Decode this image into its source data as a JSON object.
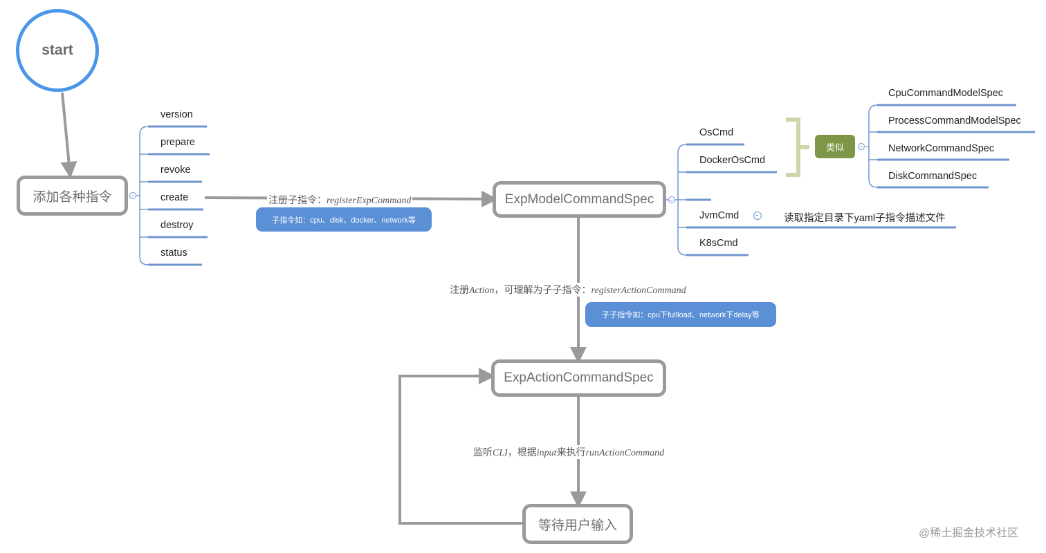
{
  "nodes": {
    "start": "start",
    "add_commands": "添加各种指令",
    "exp_model": "ExpModelCommandSpec",
    "exp_action": "ExpActionCommandSpec",
    "wait_input": "等待用户输入"
  },
  "commands": [
    "version",
    "prepare",
    "revoke",
    "create",
    "destroy",
    "status"
  ],
  "model_children": [
    "OsCmd",
    "DockerOsCmd",
    "",
    "JvmCmd",
    "K8sCmd"
  ],
  "similar_tag": "类似",
  "spec_children": [
    "CpuCommandModelSpec",
    "ProcessCommandModelSpec",
    "NetworkCommandSpec",
    "DiskCommandSpec"
  ],
  "jvm_note": "读取指定目录下yaml子指令描述文件",
  "edges": {
    "register_sub": {
      "prefix": "注册子指令：",
      "italic": "registerExpCommand"
    },
    "register_action": {
      "p1": "注册",
      "i1": "Action",
      "p2": "，可理解为子子指令：",
      "i2": "registerActionCommand"
    },
    "listen_cli": {
      "p1": "监听",
      "i1": "CLI",
      "p2": "，根据",
      "i2": "input",
      "p3": "来执行",
      "i3": "runActionCommand"
    }
  },
  "notes": {
    "sub_examples": "子指令如：cpu、disk、docker、network等",
    "subsub_examples": "子子指令如：cpu下fullload、network下delay等"
  },
  "watermark": "@稀土掘金技术社区",
  "colors": {
    "node_border": "#9a9a9a",
    "start_border": "#4a96e8",
    "leaf_underline": "#6f95cf",
    "note_bg": "#5b8fd6",
    "tag_bg": "#7d9647",
    "bracket": "#cdd6a8"
  }
}
